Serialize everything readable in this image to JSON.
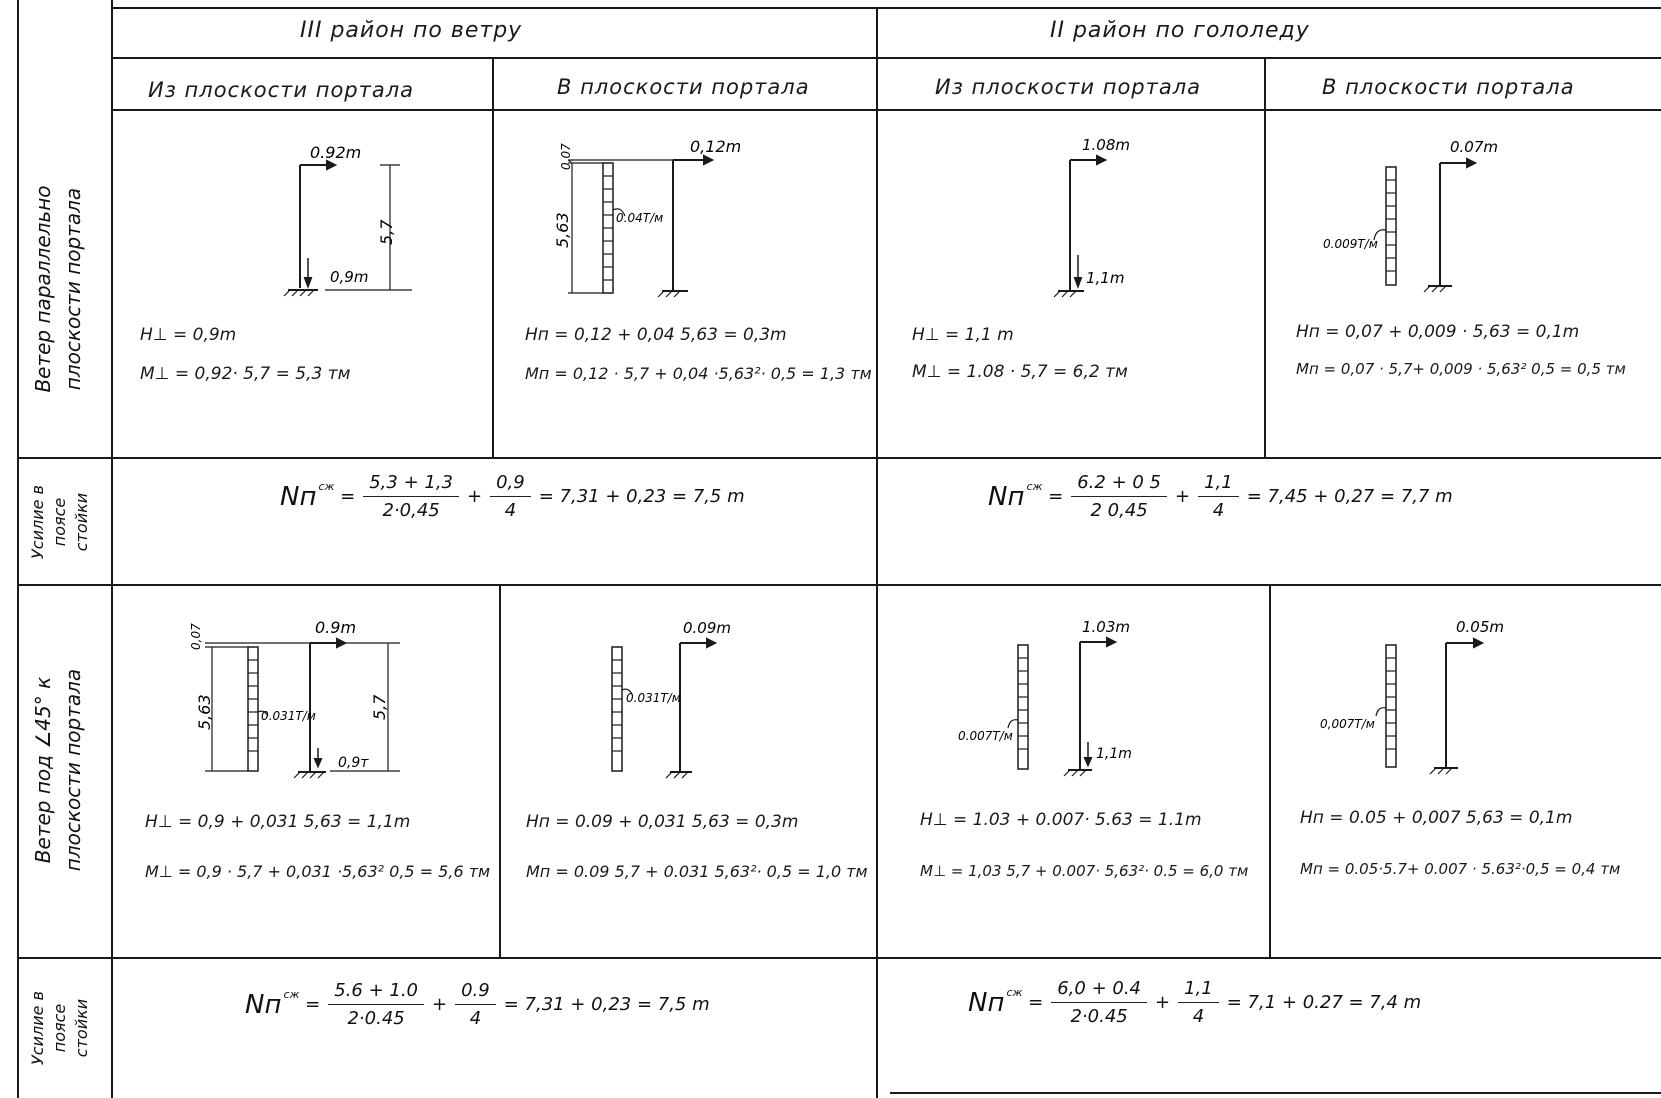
{
  "header": {
    "wind_region": "III район по ветру",
    "ice_region": "II район по гололеду",
    "out_of_plane_1": "Из плоскости портала",
    "in_plane_1": "В плоскости портала",
    "out_of_plane_2": "Из плоскости портала",
    "in_plane_2": "В плоскости портала"
  },
  "row_labels": {
    "wind_parallel": [
      "Ветер параллельно",
      "плоскости портала"
    ],
    "force_1": [
      "Усилие в",
      "поясе",
      "стойки"
    ],
    "wind_45": [
      "Ветер под ∠45° к",
      "плоскости портала"
    ],
    "force_2": [
      "Усилие в",
      "поясе",
      "стойки"
    ]
  },
  "diagrams": {
    "d1": {
      "top_load": "0.92m",
      "height": "5,7",
      "bottom_load": "0,9m"
    },
    "d2": {
      "top_offset": "0,07",
      "top_load": "0,12m",
      "height": "5,63",
      "dist_load": "0.04T/м"
    },
    "d3": {
      "top_load": "1.08m",
      "bottom_load": "1,1m"
    },
    "d4": {
      "top_load": "0.07m",
      "dist_load": "0.009T/м"
    },
    "d5": {
      "top_offset": "0,07",
      "top_load": "0.9m",
      "height_left": "5,63",
      "height_right": "5,7",
      "dist_load": "0.031T/м",
      "bottom_load": "0,9т"
    },
    "d6": {
      "top_load": "0.09m",
      "dist_load": "0.031T/м"
    },
    "d7": {
      "top_load": "1.03m",
      "dist_load": "0.007T/м",
      "bottom_load": "1,1m"
    },
    "d8": {
      "top_load": "0.05m",
      "dist_load": "0,007T/м"
    }
  },
  "formulas": {
    "r1c1": {
      "h": "H⊥ = 0,9m",
      "m": "M⊥ = 0,92· 5,7 = 5,3 тм"
    },
    "r1c2": {
      "h": "Hп = 0,12 + 0,04 5,63 = 0,3m",
      "m": "Mп = 0,12 · 5,7 + 0,04 ·5,63²· 0,5 = 1,3 тм"
    },
    "r1c3": {
      "h": "H⊥ = 1,1 m",
      "m": "M⊥ = 1.08 · 5,7 = 6,2 тм"
    },
    "r1c4": {
      "h": "Hп = 0,07 + 0,009 · 5,63 = 0,1m",
      "m": "Mп = 0,07 · 5,7+ 0,009 · 5,63² 0,5 = 0,5 тм"
    },
    "r3c1": {
      "h": "H⊥ = 0,9 + 0,031 5,63 = 1,1m",
      "m": "M⊥ = 0,9 · 5,7 + 0,031 ·5,63² 0,5 = 5,6 тм"
    },
    "r3c2": {
      "h": "Hп = 0.09 + 0,031 5,63 = 0,3m",
      "m": "Mп = 0.09 5,7 + 0.031 5,63²· 0,5 = 1,0 тм"
    },
    "r3c3": {
      "h": "H⊥ = 1.03 + 0.007· 5.63 = 1.1m",
      "m": "M⊥ = 1,03  5,7 + 0.007· 5,63²· 0.5 = 6,0 тм"
    },
    "r3c4": {
      "h": "Hп = 0.05 + 0,007 5,63 = 0,1m",
      "m": "Mп = 0.05·5.7+ 0.007 · 5.63²·0,5 = 0,4 тм"
    }
  },
  "force": {
    "r2_wind": {
      "sym": "Nп",
      "sup": "сж",
      "num1": "5,3 + 1,3",
      "den1": "2·0,45",
      "num2": "0,9",
      "den2": "4",
      "res": "= 7,31 + 0,23 = 7,5 m"
    },
    "r2_ice": {
      "sym": "Nп",
      "sup": "сж",
      "num1": "6.2 + 0 5",
      "den1": "2 0,45",
      "num2": "1,1",
      "den2": "4",
      "res": "= 7,45 + 0,27 = 7,7 m"
    },
    "r4_wind": {
      "sym": "Nп",
      "sup": "сж",
      "num1": "5.6 + 1.0",
      "den1": "2·0.45",
      "num2": "0.9",
      "den2": "4",
      "res": "= 7,31 + 0,23 = 7,5 m"
    },
    "r4_ice": {
      "sym": "Nп",
      "sup": "сж",
      "num1": "6,0 + 0.4",
      "den1": "2·0.45",
      "num2": "1,1",
      "den2": "4",
      "res": "= 7,1 + 0.27 = 7,4 m"
    }
  }
}
